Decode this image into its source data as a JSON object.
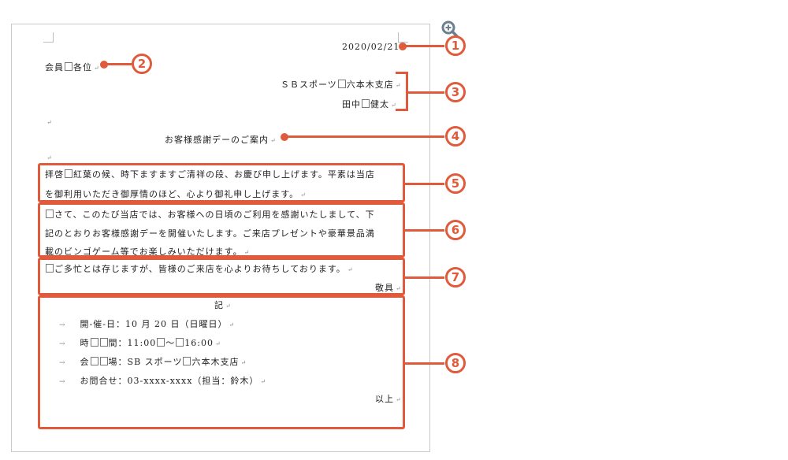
{
  "document": {
    "date": "2020/02/21",
    "recipient": "会員",
    "recipient_suffix": "各位",
    "sender_company": "ＳＢスポーツ",
    "sender_branch": "六本木支店",
    "sender_surname": "田中",
    "sender_given": "健太",
    "title": "お客様感謝デーのご案内",
    "para1_line1": "拝啓",
    "para1_line1b": "紅葉の候、時下ますますご清祥の段、お慶び申し上げます。平素は当店",
    "para1_line2": "を御利用いただき御厚情のほど、心より御礼申し上げます。",
    "para2_line1": "さて、このたび当店では、お客様への日頃のご利用を感謝いたしまして、下",
    "para2_line2": "記のとおりお客様感謝デーを開催いたします。ご来店プレゼントや豪華景品満",
    "para2_line3": "載のビンゴゲーム等でお楽しみいただけます。",
    "para3_line1": "ご多忙とは存じますが、皆様のご来店を心よりお待ちしております。",
    "closing": "敬具",
    "ki": "記",
    "date_label": "開‐催‐日：10 月 20 日（日曜日）",
    "time_label_a": "時",
    "time_label_b": "間：11:00",
    "time_label_c": "～",
    "time_label_d": "16:00",
    "venue_label_a": "会",
    "venue_label_b": "場：SB スポーツ",
    "venue_label_c": "六本木支店",
    "contact_label": "お問合せ：03-xxxx-xxxx（担当：鈴木）",
    "end": "以上",
    "para_mark": "↵",
    "tab_mark": "→"
  },
  "callouts": [
    "1",
    "2",
    "3",
    "4",
    "5",
    "6",
    "7",
    "8"
  ],
  "colors": {
    "accent": "#e05a3c",
    "page_border": "#c9c9c9"
  },
  "icons": {
    "zoom": "zoom-in-icon"
  }
}
